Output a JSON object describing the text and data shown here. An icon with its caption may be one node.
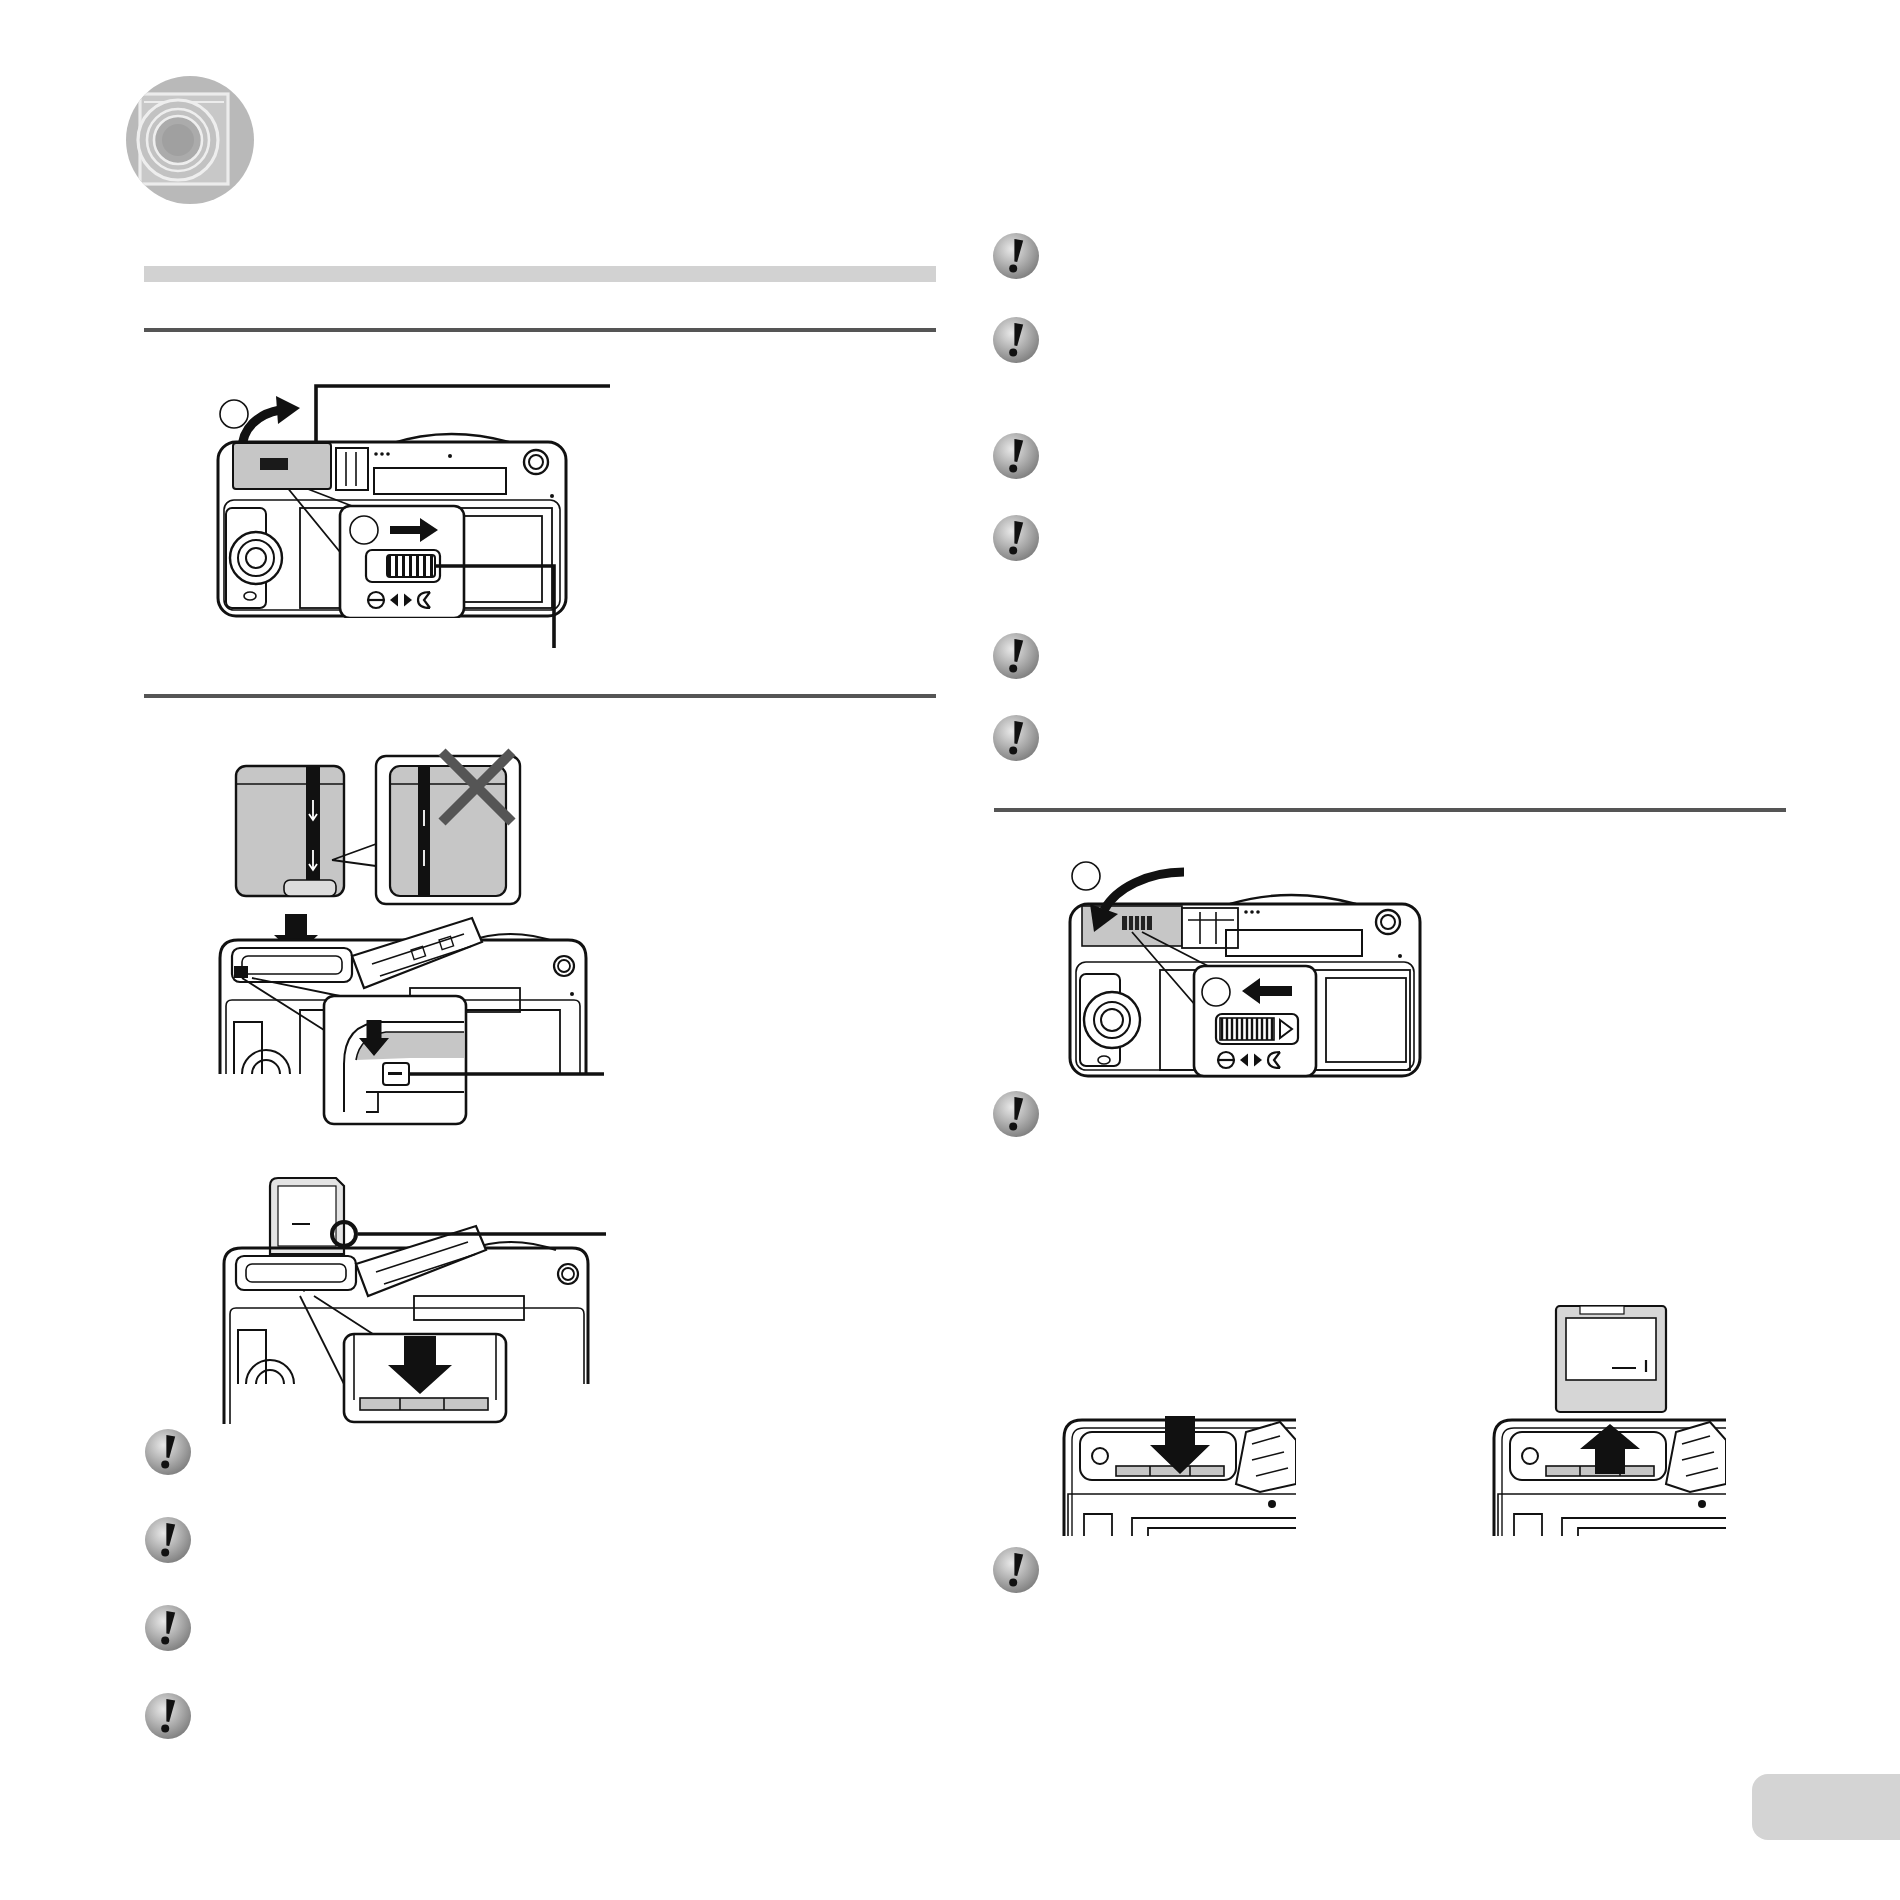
{
  "diagram": {
    "nodes": [
      {
        "text": [],
        "shape": "box"
      },
      {
        "text": [],
        "shape": "box"
      },
      {
        "text": [],
        "shape": "box"
      },
      {
        "text": [],
        "shape": "circle"
      },
      {
        "text": [],
        "shape": "box"
      }
    ],
    "edges": [
      {
        "from": null,
        "to": 0,
        "arrow": "none"
      },
      {
        "from": null,
        "to": 1,
        "arrow": "none"
      },
      {
        "from": null,
        "to": 2,
        "arrow": "none"
      },
      {
        "from": null,
        "to": 3,
        "arrow": "none"
      }
    ]
  }
}
